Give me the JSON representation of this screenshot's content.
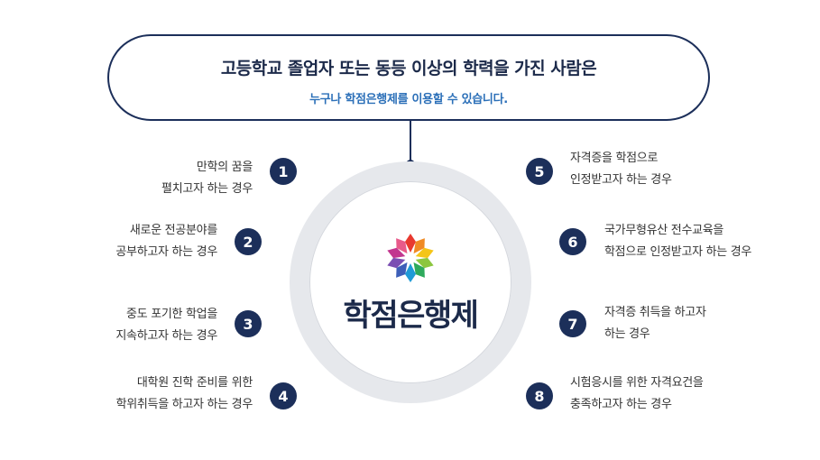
{
  "header": {
    "title": "고등학교 졸업자 또는 동등 이상의 학력을 가진 사람은",
    "subtitle": "누구나 학점은행제를 이용할 수 있습니다."
  },
  "center": {
    "brand_name": "학점은행제",
    "logo_icon": "flower-logo-icon"
  },
  "colors": {
    "navy": "#1c2f5a",
    "accent_blue": "#2b6fb8",
    "ring_gray": "#e6e8ec"
  },
  "items": [
    {
      "number": "1",
      "line1": "만학의 꿈을",
      "line2": "펼치고자 하는 경우"
    },
    {
      "number": "2",
      "line1": "새로운 전공분야를",
      "line2": "공부하고자 하는 경우"
    },
    {
      "number": "3",
      "line1": "중도 포기한 학업을",
      "line2": "지속하고자 하는 경우"
    },
    {
      "number": "4",
      "line1": "대학원 진학 준비를 위한",
      "line2": "학위취득을 하고자 하는 경우"
    },
    {
      "number": "5",
      "line1": "자격증을 학점으로",
      "line2": "인정받고자 하는 경우"
    },
    {
      "number": "6",
      "line1": "국가무형유산 전수교육을",
      "line2": "학점으로 인정받고자 하는 경우"
    },
    {
      "number": "7",
      "line1": "자격증 취득을 하고자",
      "line2": "하는 경우"
    },
    {
      "number": "8",
      "line1": "시험응시를 위한 자격요건을",
      "line2": "충족하고자 하는 경우"
    }
  ]
}
